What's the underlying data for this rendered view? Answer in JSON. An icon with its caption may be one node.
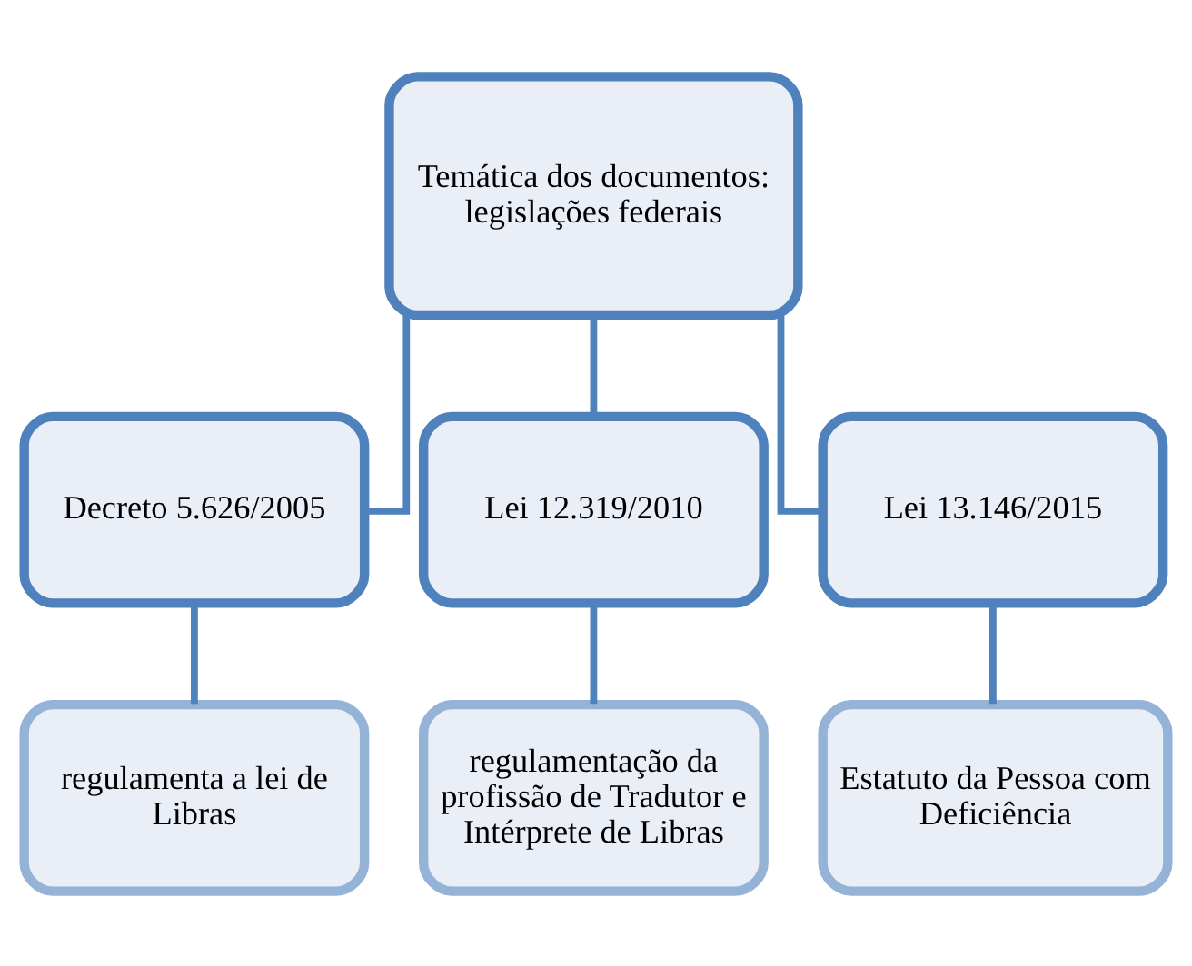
{
  "diagram": {
    "nodes": [
      {
        "text": [
          "Temática dos documentos: legislações federais"
        ]
      },
      {
        "text": [
          "Decreto 5.626/2005"
        ]
      },
      {
        "text": [
          "Lei 12.319/2010"
        ]
      },
      {
        "text": [
          "Lei 13.146/2015"
        ]
      },
      {
        "text": [
          "regulamenta a lei de Libras"
        ]
      },
      {
        "text": [
          "regulamentação da profissão de Tradutor e Intérprete de Libras"
        ]
      },
      {
        "text": [
          "Estatuto da Pessoa com Deficiência"
        ]
      }
    ],
    "edges": [
      {
        "from": 0,
        "to": 1,
        "arrow": "none"
      },
      {
        "from": 0,
        "to": 2,
        "arrow": "none"
      },
      {
        "from": 0,
        "to": 3,
        "arrow": "none"
      },
      {
        "from": 1,
        "to": 4,
        "arrow": "none"
      },
      {
        "from": 2,
        "to": 5,
        "arrow": "none"
      },
      {
        "from": 3,
        "to": 6,
        "arrow": "none"
      }
    ]
  }
}
